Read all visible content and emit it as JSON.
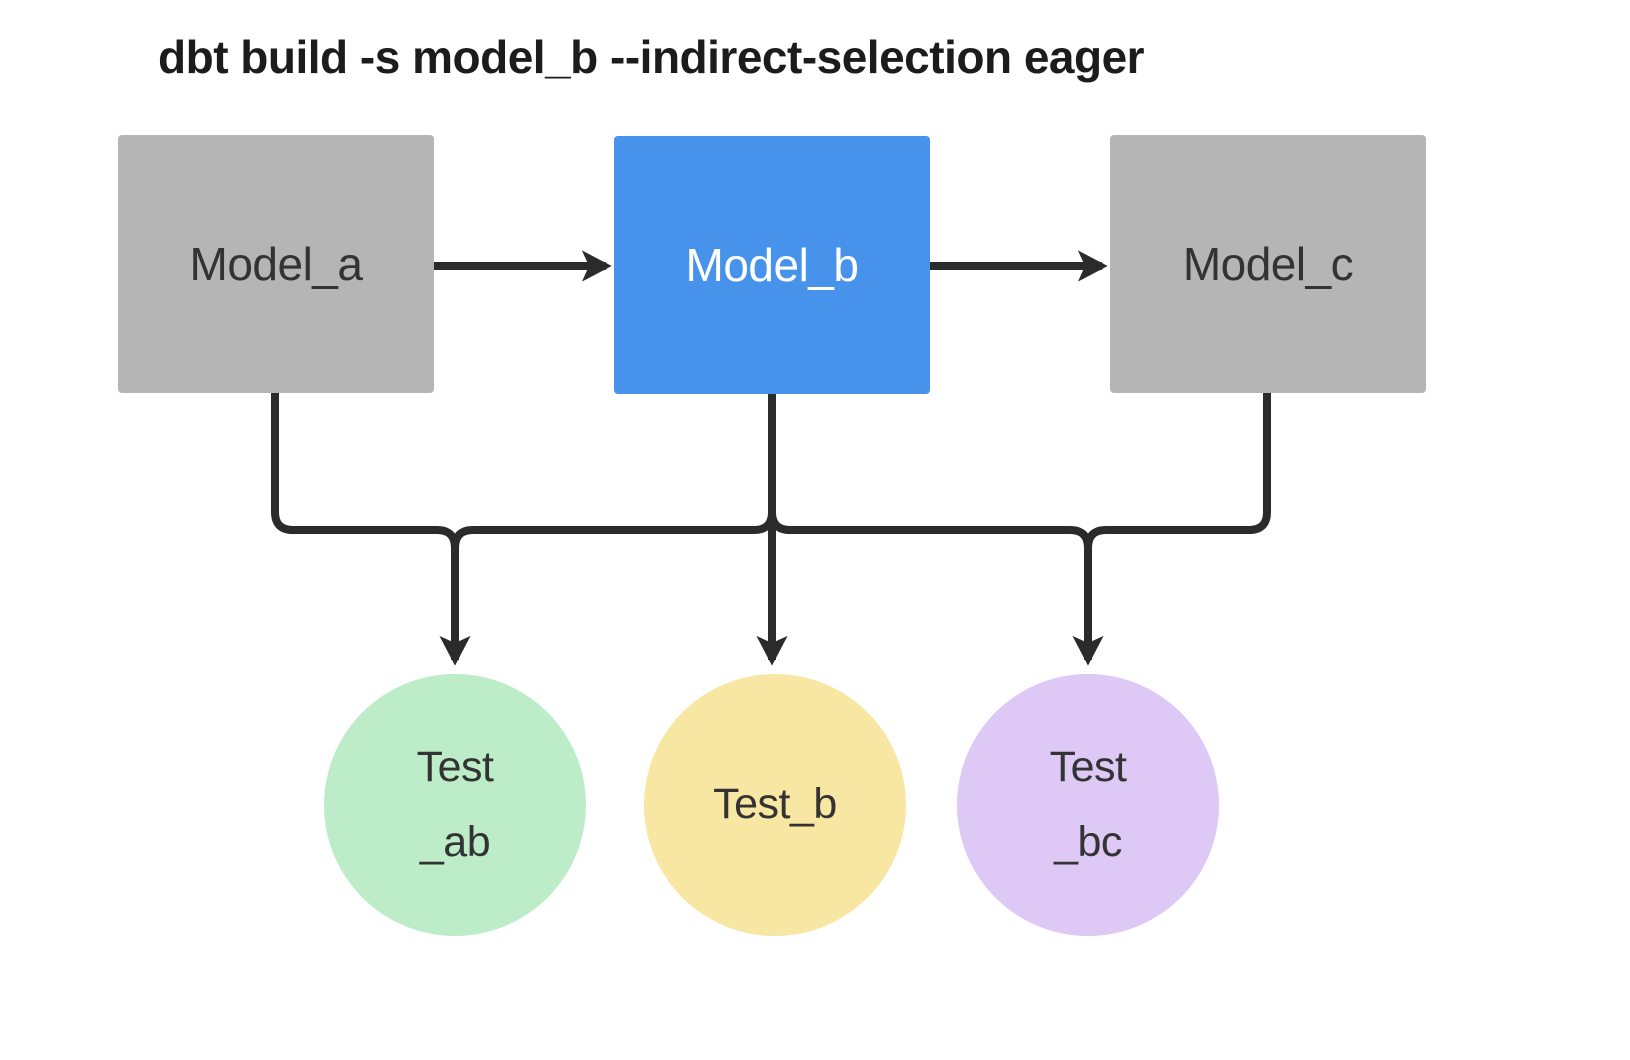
{
  "title": "dbt build -s model_b --indirect-selection eager",
  "colors": {
    "background": "#ffffff",
    "title_text": "#1c1c1e",
    "connector": "#2b2b2b",
    "model_default_fill": "#b5b5b5",
    "model_default_text": "#333333",
    "model_selected_fill": "#4793ec",
    "model_selected_text": "#ffffff",
    "test_ab_fill": "#bcedc8",
    "test_b_fill": "#f8e6a3",
    "test_bc_fill": "#ddc8f6",
    "test_text": "#333333"
  },
  "nodes": {
    "model_a": {
      "label": "Model_a"
    },
    "model_b": {
      "label": "Model_b",
      "selected": "true"
    },
    "model_c": {
      "label": "Model_c"
    },
    "test_ab": {
      "line1": "Test",
      "line2": "_ab"
    },
    "test_b": {
      "label": "Test_b"
    },
    "test_bc": {
      "line1": "Test",
      "line2": "_bc"
    }
  },
  "edges": [
    {
      "from": "Model_a",
      "to": "Model_b"
    },
    {
      "from": "Model_b",
      "to": "Model_c"
    },
    {
      "from": "Model_a",
      "to": "Test_ab"
    },
    {
      "from": "Model_b",
      "to": "Test_ab"
    },
    {
      "from": "Model_b",
      "to": "Test_b"
    },
    {
      "from": "Model_b",
      "to": "Test_bc"
    },
    {
      "from": "Model_c",
      "to": "Test_bc"
    }
  ]
}
